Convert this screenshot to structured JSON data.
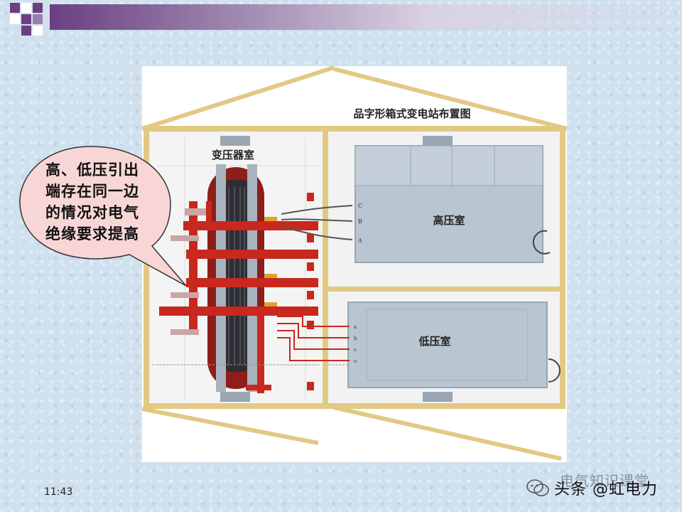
{
  "slide": {
    "time": "11:43",
    "watermark_text": "头条 @虹电力",
    "watermark_faded": "电气知识课堂"
  },
  "diagram": {
    "title": "品字形箱式变电站布置图",
    "transformer_room": "变压器室",
    "hv_room": "高压室",
    "lv_room": "低压室",
    "hv_phase_labels": [
      "C",
      "B",
      "A"
    ],
    "lv_phase_labels": [
      "a",
      "b",
      "c",
      "o"
    ]
  },
  "callout": {
    "lines": [
      "高、低压引出",
      "端存在同一边",
      "的情况对电气",
      "绝缘要求提高"
    ]
  },
  "colors": {
    "accent_purple": "#6b3f80",
    "frame_tan": "#e8cf8a",
    "busbar_red": "#c8281e",
    "callout_pink": "#f8d6d6",
    "panel_gray": "#b6c3cf"
  }
}
